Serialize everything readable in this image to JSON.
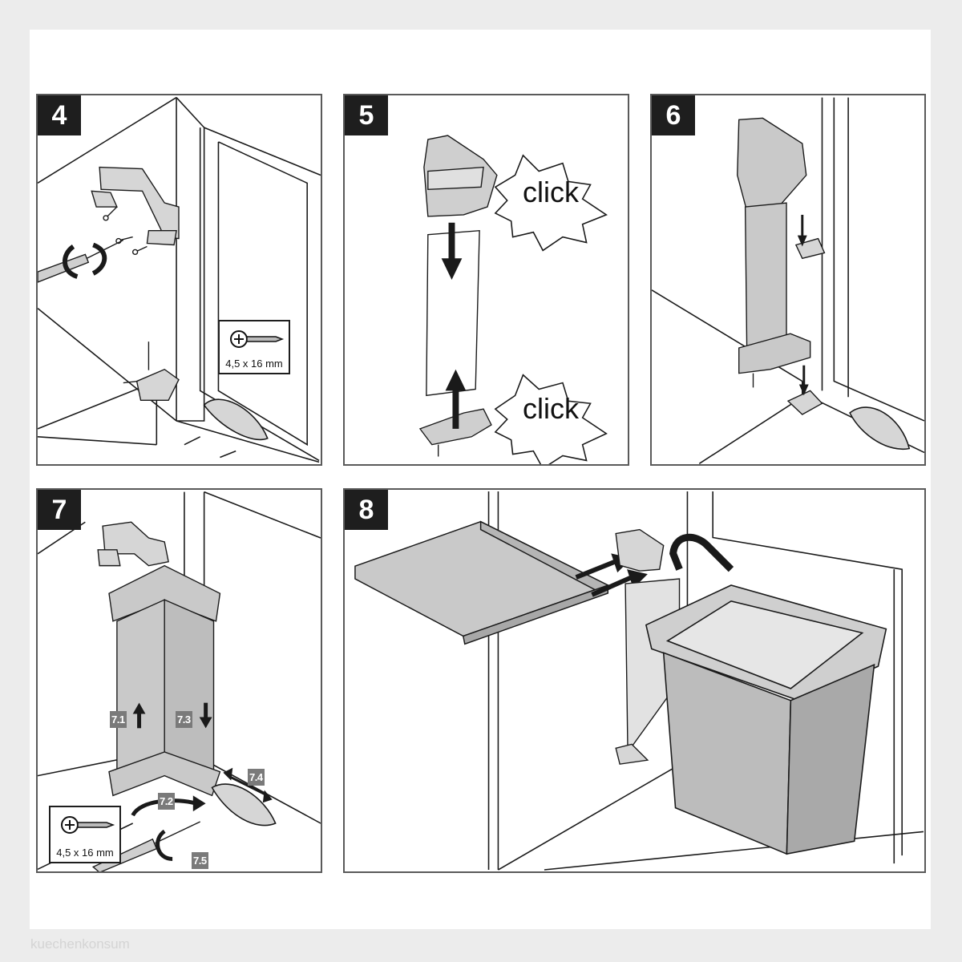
{
  "steps": [
    {
      "number": "4",
      "screw_spec": "4,5 x 16 mm"
    },
    {
      "number": "5",
      "click_labels": [
        "click",
        "click"
      ]
    },
    {
      "number": "6"
    },
    {
      "number": "7",
      "screw_spec": "4,5 x 16 mm",
      "sub_steps": [
        "7.1",
        "7.2",
        "7.3",
        "7.4",
        "7.5"
      ]
    },
    {
      "number": "8"
    }
  ],
  "watermark": "kuechenkonsum",
  "colors": {
    "frame": "#5a5a5a",
    "badge": "#1e1e1e",
    "part_fill": "#c9c9c9",
    "line": "#1a1a1a",
    "sub_tag": "#7a7a7a"
  }
}
